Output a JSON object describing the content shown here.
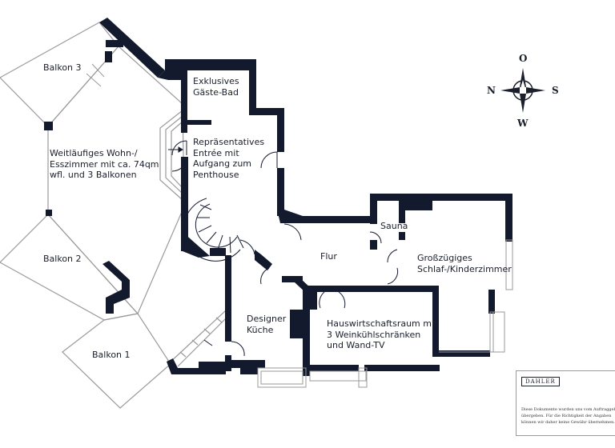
{
  "rooms": {
    "balkon3": "Balkon 3",
    "wohn": [
      "Weitläufiges Wohn-/",
      "Esszimmer mit ca. 74qm",
      "wfl. und 3 Balkonen"
    ],
    "balkon2": "Balkon 2",
    "balkon1": "Balkon 1",
    "gaestebad": [
      "Exklusives",
      "Gäste-Bad"
    ],
    "entree": [
      "Repräsentatives",
      "Entrée mit",
      "Aufgang zum",
      "Penthouse"
    ],
    "flur": "Flur",
    "sauna": "Sauna",
    "schlaf": [
      "Großzügiges",
      "Schlaf-/Kinderzimmer"
    ],
    "kueche": [
      "Designer",
      "Küche"
    ],
    "hauswirtschaft": [
      "Hauswirtschaftsraum mit",
      "3 Weinkühlschränken",
      "und Wand-TV"
    ]
  },
  "compass": {
    "north": "N",
    "south": "S",
    "east": "O",
    "west": "W"
  },
  "brand": "DAHLER",
  "disclaimer": [
    "Diese Dokumente wurden uns vom Auftraggeber",
    "übergeben. Für die Richtigkeit der Angaben",
    "können wir daher keine Gewähr übernehmen."
  ],
  "colors": {
    "wall": "#141a2e",
    "line": "#9a9a9a",
    "ink": "#1a1f2b"
  }
}
